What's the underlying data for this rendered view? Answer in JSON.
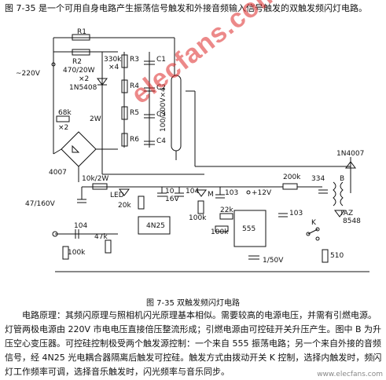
{
  "intro": "图 7-35 是一个可用自身电路产生振荡信号触发和外接音频输入信号触发的双触发频闪灯电路。",
  "diagram": {
    "labels": {
      "ac": "~220V",
      "r1": "R1",
      "r2": "R2",
      "r2_spec": "470/20W",
      "x2": "×2",
      "diode1": "1N5408",
      "r3": "R3",
      "r3_spec": "330k",
      "x4": "×4",
      "c1": "C1",
      "r4": "R4",
      "c2": "C2",
      "r5": "R5",
      "c3": "C3",
      "r6": "R6",
      "c4": "C4",
      "cap_main": "100/200V×4",
      "r_68k": "68k",
      "x2b": "×2",
      "w2": "2W",
      "bridge": "4007",
      "diode_1n4007": "1N4007",
      "r_10k": "10k/2W",
      "led": "LED",
      "cap_47": "47/160V",
      "r_20k": "20k",
      "c_10": "10",
      "v16": "16V",
      "c_104a": "104",
      "m": "M",
      "c_103a": "103",
      "v12": "+12V",
      "r_200k": "200k",
      "c_334": "334",
      "b": "B",
      "optocoupler": "4N25",
      "r_100k_a": "100k",
      "r_22k": "22k",
      "r_100k_b": "100k",
      "ic555": "555",
      "c_103b": "103",
      "c_1_50v": "1/50V",
      "k": "K",
      "taz": "TAZ",
      "taz_num": "8548",
      "r_510": "510",
      "c_104b": "104",
      "r_47k": "47k",
      "r_100k_c": "100k"
    }
  },
  "watermark": "elecfans.com",
  "caption": "图 7-35   双触发频闪灯电路",
  "description": "电路原理：其频闪原理与照相机闪光原理基本相似。需要较高的电源电压，并需有引燃电源。灯管两极电源由 220V 市电电压直接倍压整流形成；引燃电源由可控硅开关升压产生。图中 B 为升压空心变压器。可控硅控制极受两个触发源控制：一个来自 555 振荡电路；另一个来自外接的音频信号，经 4N25 光电耦合器隔离后触发可控硅。触发方式由拨动开关 K 控制，选择内触发时，频闪灯工作频率可调，选择音乐触发时，闪光频率与音乐同步。",
  "corner_mark": "www.elecfans.com"
}
